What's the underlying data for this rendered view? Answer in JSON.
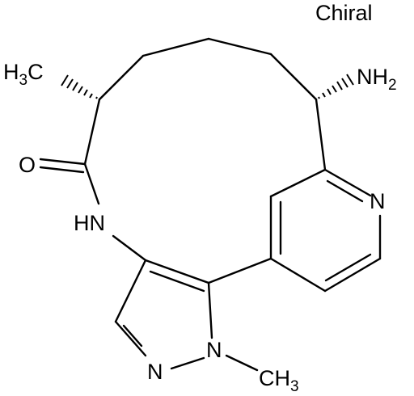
{
  "chiral_flag": "Chiral",
  "labels": {
    "h3c": {
      "main": "H",
      "sub": "3",
      "tail": "C"
    },
    "nh2": {
      "main": "NH",
      "sub": "2"
    },
    "oxygen": "O",
    "amide_nh": "HN",
    "pyridine_n": "N",
    "pyrazole_n_bottom": "N",
    "pyrazole_n_methyl": "N",
    "ch3": {
      "main": "CH",
      "sub": "3"
    }
  }
}
